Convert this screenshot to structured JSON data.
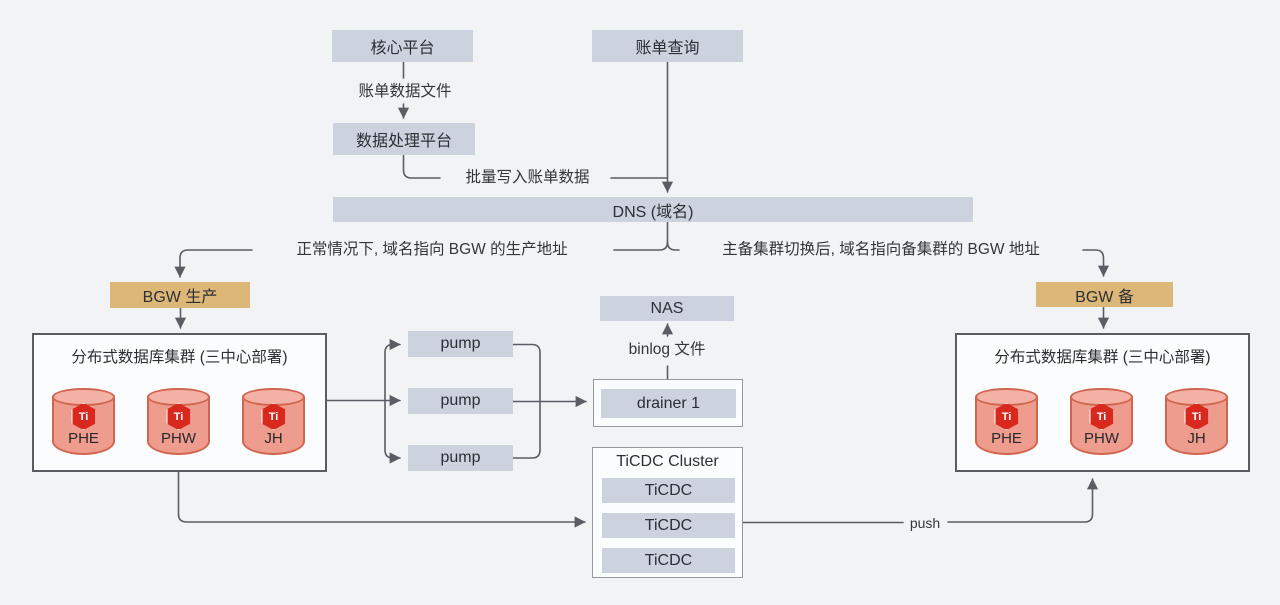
{
  "colors": {
    "background": "#f2f3f5",
    "node_box": "#ccd2de",
    "bgw_box": "#ddb778",
    "connector": "#5a5d63",
    "cylinder_body": "#ee9c8e",
    "cylinder_border": "#d0664f",
    "tidb_logo_red": "#d9281e"
  },
  "nodes": {
    "core_platform": "核心平台",
    "bill_query": "账单查询",
    "data_platform": "数据处理平台",
    "dns": "DNS (域名)",
    "bgw_primary": "BGW 生产",
    "bgw_standby": "BGW 备",
    "nas": "NAS",
    "drainer": "drainer 1",
    "ticdc_cluster_title": "TiCDC Cluster",
    "tidb_logo": "Ti"
  },
  "pumps": [
    "pump",
    "pump",
    "pump"
  ],
  "ticdc_nodes": [
    "TiCDC",
    "TiCDC",
    "TiCDC"
  ],
  "clusters": {
    "left": {
      "title": "分布式数据库集群 (三中心部署)",
      "databases": [
        "PHE",
        "PHW",
        "JH"
      ]
    },
    "right": {
      "title": "分布式数据库集群 (三中心部署)",
      "databases": [
        "PHE",
        "PHW",
        "JH"
      ]
    }
  },
  "edge_labels": {
    "bill_data_file": "账单数据文件",
    "batch_write": "批量写入账单数据",
    "normal_route": "正常情况下, 域名指向 BGW 的生产地址",
    "failover_route": "主备集群切换后, 域名指向备集群的 BGW 地址",
    "binlog_file": "binlog 文件",
    "push": "push"
  }
}
